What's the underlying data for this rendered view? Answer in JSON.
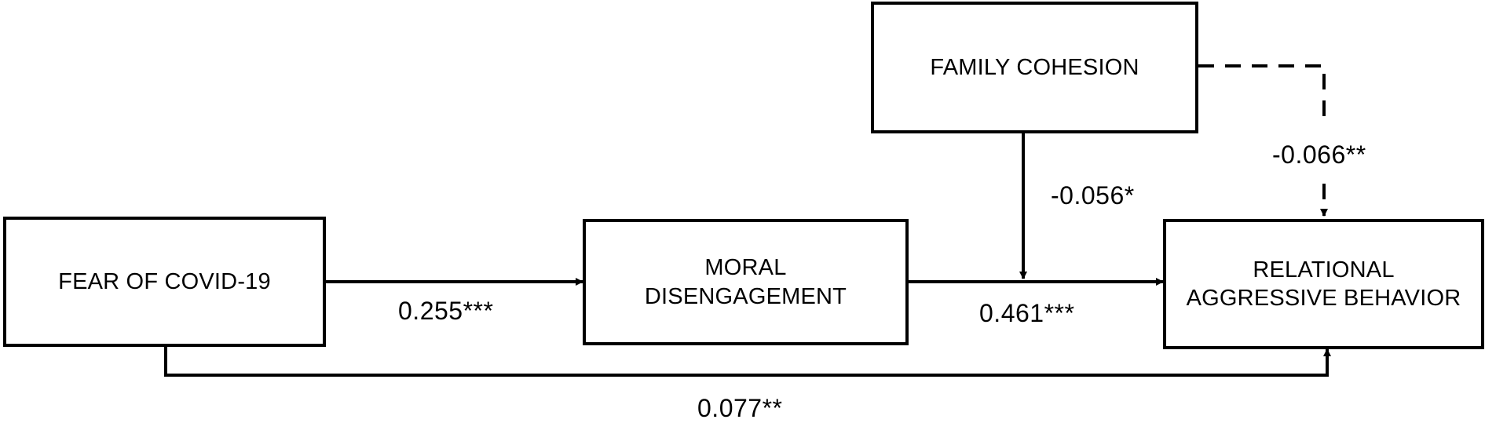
{
  "nodes": {
    "fear": {
      "label": "FEAR OF COVID-19"
    },
    "moral": {
      "label": "MORAL\nDISENGAGEMENT"
    },
    "family": {
      "label": "FAMILY COHESION"
    },
    "relational": {
      "label": "RELATIONAL\nAGGRESSIVE BEHAVIOR"
    }
  },
  "paths": {
    "fear_to_moral": {
      "coefficient": "0.255***"
    },
    "moral_to_relational": {
      "coefficient": "0.461***"
    },
    "fear_to_relational": {
      "coefficient": "0.077**"
    },
    "family_moderates_moral_path": {
      "coefficient": "-0.056*"
    },
    "family_to_relational": {
      "coefficient": "-0.066**",
      "style": "dashed"
    }
  },
  "colors": {
    "stroke": "#000000",
    "background": "#ffffff"
  }
}
